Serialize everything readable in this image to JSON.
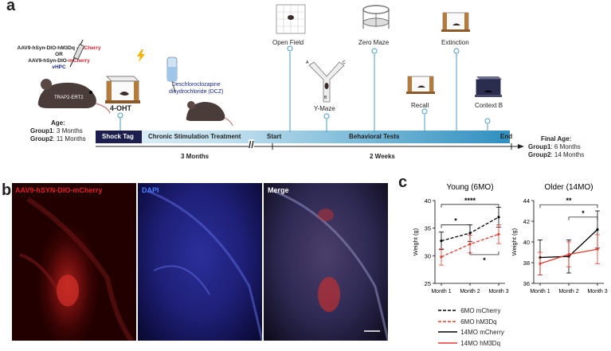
{
  "panel_a": {
    "letter": "a",
    "virus": {
      "line1_prefix": "AAV9-hSyn-DIO-hM3Dq - ",
      "line1_suffix": "mCherry",
      "or": "OR",
      "line3_prefix": "AAV9-hSyn-DIO-",
      "line3_suffix": "mCherry",
      "site": "vHPC"
    },
    "mouse_label": "TRAP2-ERT2",
    "age": {
      "title": "Age:",
      "group1_label": "Group1",
      "group1_value": ": 3 Months",
      "group2_label": "Group2",
      "group2_value": ": 11 Months"
    },
    "drug_4oht": "4-OHT",
    "shock_tag": "Shock Tag",
    "dcz_line1": "Deschloroclozapine",
    "dcz_line2": "dihydrochloride (DCZ)",
    "chronic": "Chronic Stimulation Treatment",
    "three_months": "3 Months",
    "start": "Start",
    "behavioral_tests": "Behavioral Tests",
    "end": "End",
    "two_weeks": "2 Weeks",
    "tests": {
      "open_field": "Open Field",
      "y_maze": "Y-Maze",
      "y_arms": [
        "A",
        "B",
        "C"
      ],
      "zero_maze": "Zero Maze",
      "recall": "Recall",
      "extinction": "Extinction",
      "context_b": "Context B"
    },
    "final_age": {
      "title": "Final Age:",
      "group1_label": "Group1",
      "group1_value": ": 6 Months",
      "group2_label": "Group2",
      "group2_value": ": 14 Months"
    },
    "colors": {
      "red": "#d9202a",
      "navy": "#1c1f4d",
      "blue_text": "#1a2a8a",
      "timeline_light": "#d6ecf5",
      "timeline_dark": "#3f9ec8"
    }
  },
  "panel_b": {
    "letter": "b",
    "labels": [
      "AAV9-hSYN-DIO-mCherry",
      "DAPI",
      "Merge"
    ],
    "label_colors": [
      "#e02020",
      "#4a7dff",
      "#ffffff"
    ]
  },
  "panel_c": {
    "letter": "c",
    "legend": [
      "6MO mCherry",
      "6MO hM3Dq",
      "14MO mCherry",
      "14MO hM3Dq"
    ]
  },
  "chart_data": [
    {
      "type": "line",
      "title": "Young (6MO)",
      "ylabel": "Weight (g)",
      "categories": [
        "Month 1",
        "Month 2",
        "Month 3"
      ],
      "ylim": [
        25,
        40
      ],
      "yticks": [
        25,
        30,
        35,
        40
      ],
      "series": [
        {
          "name": "6MO mCherry",
          "color": "#000000",
          "dash": true,
          "values": [
            32.7,
            34.1,
            37.0
          ],
          "err": [
            1.6,
            1.5,
            1.8
          ]
        },
        {
          "name": "6MO hM3Dq",
          "color": "#e23a2e",
          "dash": true,
          "values": [
            29.8,
            32.1,
            33.9
          ],
          "err": [
            1.5,
            1.6,
            1.7
          ]
        }
      ],
      "significance": [
        "*",
        "****",
        "*"
      ]
    },
    {
      "type": "line",
      "title": "Older (14MO)",
      "ylabel": "Weight (g)",
      "categories": [
        "Month 1",
        "Month 2",
        "Month 3"
      ],
      "ylim": [
        36,
        44
      ],
      "yticks": [
        36,
        38,
        40,
        42,
        44
      ],
      "series": [
        {
          "name": "14MO mCherry",
          "color": "#000000",
          "dash": false,
          "values": [
            38.5,
            38.6,
            41.2
          ],
          "err": [
            1.7,
            1.6,
            1.8
          ]
        },
        {
          "name": "14MO hM3Dq",
          "color": "#e23a2e",
          "dash": false,
          "values": [
            37.9,
            38.8,
            39.3
          ],
          "err": [
            1.1,
            1.2,
            1.4
          ]
        }
      ],
      "significance": [
        "**",
        "*"
      ]
    }
  ]
}
